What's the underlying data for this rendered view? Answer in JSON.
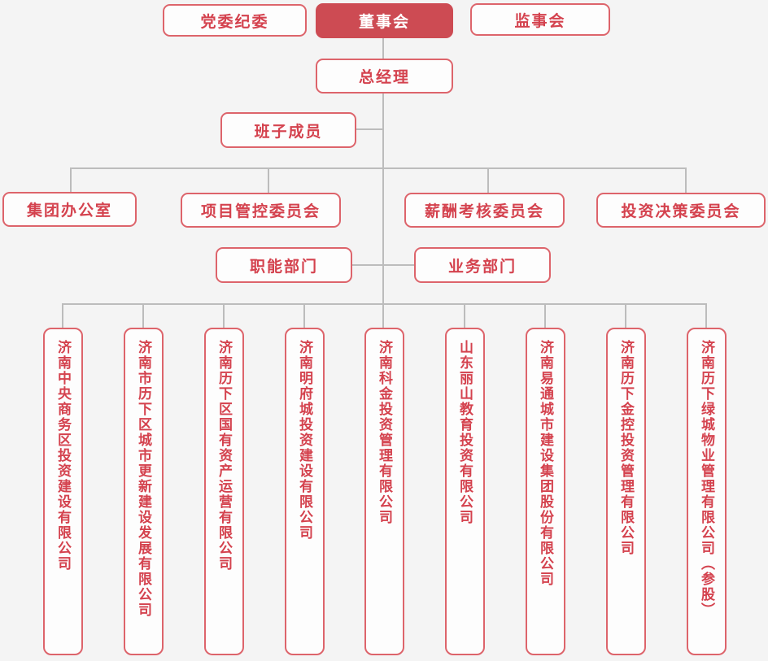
{
  "colors": {
    "background": "#f4f4f4",
    "node_fill": "#fdfdfd",
    "node_border": "#dd646b",
    "node_text": "#d4424e",
    "primary_fill": "#cd4b53",
    "primary_text": "#ffffff",
    "connector": "#bcbcbc"
  },
  "org": {
    "top_row": [
      {
        "label": "党委纪委",
        "primary": false
      },
      {
        "label": "董事会",
        "primary": true
      },
      {
        "label": "监事会",
        "primary": false
      }
    ],
    "general_manager": "总经理",
    "leadership_team": "班子成员",
    "committees": [
      "集团办公室",
      "项目管控委员会",
      "薪酬考核委员会",
      "投资决策委员会"
    ],
    "departments": [
      "职能部门",
      "业务部门"
    ],
    "companies": [
      "济南中央商务区投资建设有限公司",
      "济南市历下区城市更新建设发展有限公司",
      "济南历下区国有资产运营有限公司",
      "济南明府城投资建设有限公司",
      "济南科金投资管理有限公司",
      "山东丽山教育投资有限公司",
      "济南易通城市建设集团股份有限公司",
      "济南历下金控投资管理有限公司",
      "济南历下绿城物业管理有限公司（参股）"
    ]
  }
}
